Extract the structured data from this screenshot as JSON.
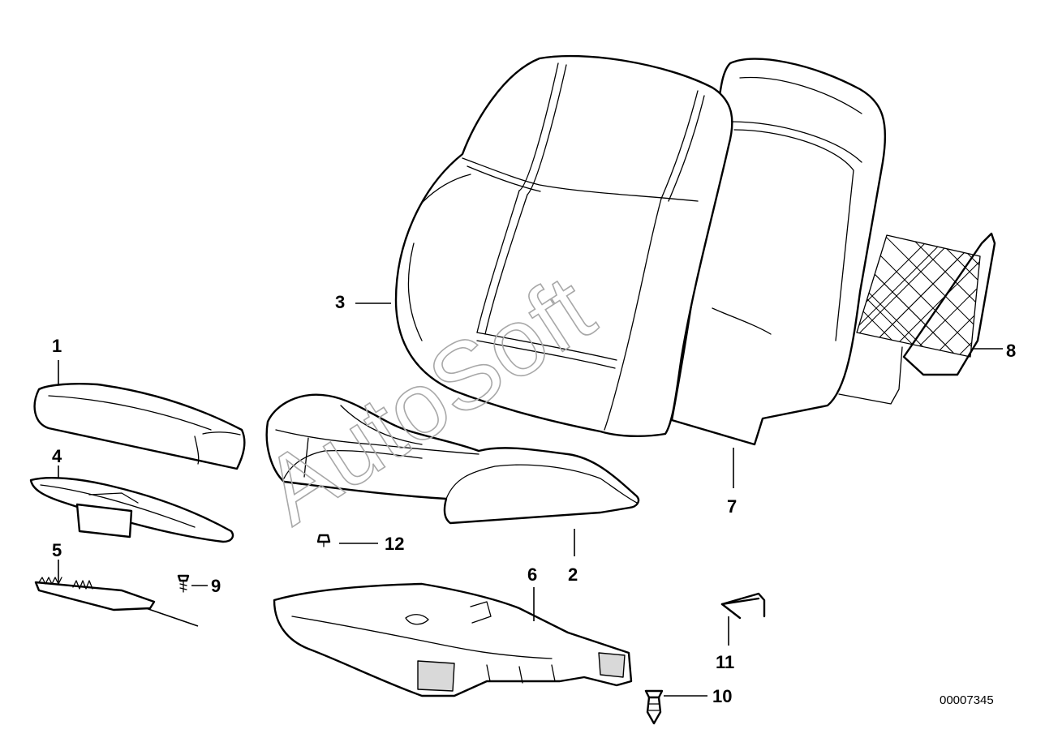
{
  "diagram": {
    "callouts": [
      "1",
      "2",
      "3",
      "4",
      "5",
      "6",
      "7",
      "8",
      "9",
      "10",
      "11",
      "12"
    ],
    "document_number": "00007345",
    "watermark": "AutoSoft"
  },
  "colors": {
    "line": "#000000",
    "background": "#ffffff",
    "watermark": "#a8a8a8"
  }
}
